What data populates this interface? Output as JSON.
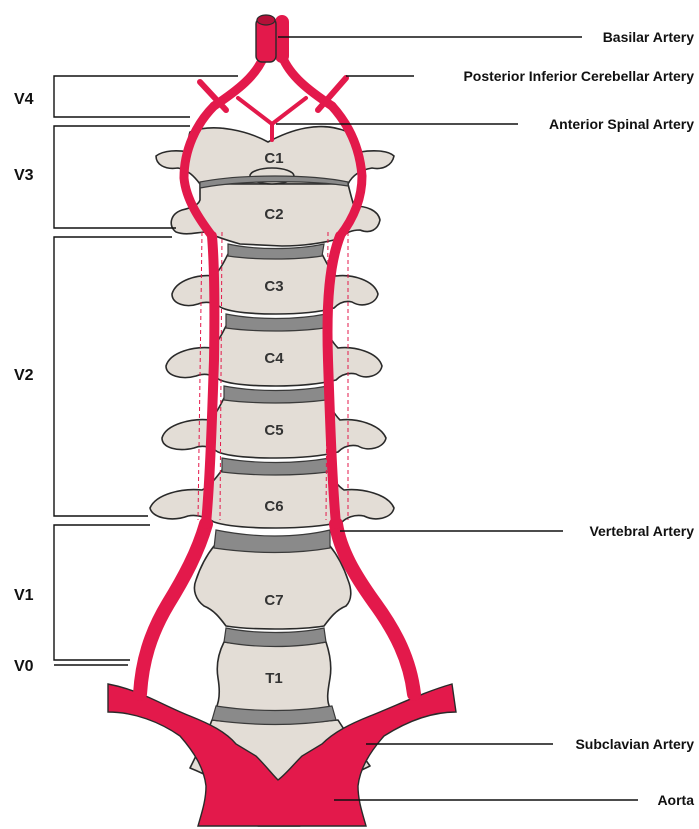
{
  "segments": [
    {
      "id": "v4",
      "label": "V4"
    },
    {
      "id": "v3",
      "label": "V3"
    },
    {
      "id": "v2",
      "label": "V2"
    },
    {
      "id": "v1",
      "label": "V1"
    },
    {
      "id": "v0",
      "label": "V0"
    }
  ],
  "vertebrae": [
    {
      "id": "c1",
      "label": "C1"
    },
    {
      "id": "c2",
      "label": "C2"
    },
    {
      "id": "c3",
      "label": "C3"
    },
    {
      "id": "c4",
      "label": "C4"
    },
    {
      "id": "c5",
      "label": "C5"
    },
    {
      "id": "c6",
      "label": "C6"
    },
    {
      "id": "c7",
      "label": "C7"
    },
    {
      "id": "t1",
      "label": "T1"
    }
  ],
  "arteries": [
    {
      "id": "basilar",
      "label": "Basilar Artery"
    },
    {
      "id": "pica",
      "label": "Posterior Inferior Cerebellar Artery"
    },
    {
      "id": "anterior-spinal",
      "label": "Anterior Spinal Artery"
    },
    {
      "id": "vertebral",
      "label": "Vertebral Artery"
    },
    {
      "id": "subclavian",
      "label": "Subclavian Artery"
    },
    {
      "id": "aorta",
      "label": "Aorta"
    }
  ],
  "colors": {
    "artery": "#e3194b",
    "bone": "#e3ddd6",
    "disc": "#8a8a8a",
    "outline": "#2a2a2a"
  }
}
